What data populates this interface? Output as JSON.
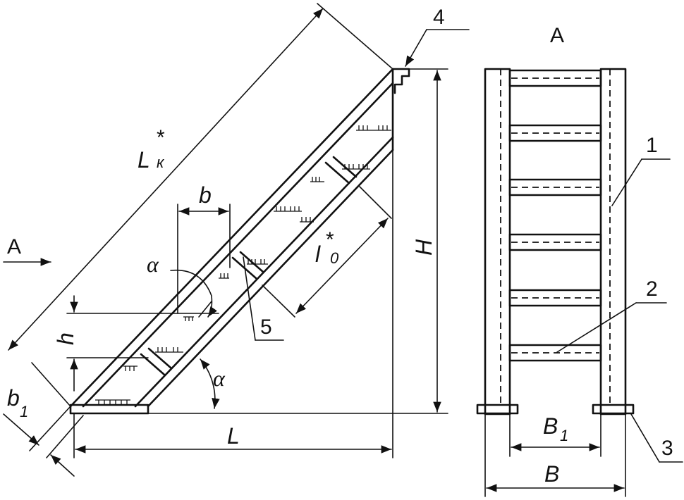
{
  "view_label": "A",
  "view_arrow_label": "A",
  "callouts": [
    "1",
    "2",
    "3",
    "4",
    "5"
  ],
  "dimensions": {
    "stringer_length": "L",
    "stringer_length_sub": "к",
    "star": "*",
    "step_spacing": "l",
    "step_spacing_sub": "0",
    "height": "H",
    "length": "L",
    "step_width": "b",
    "step_height": "h",
    "base_width": "b",
    "base_width_sub": "1",
    "angle": "α",
    "inner_width": "B",
    "inner_width_sub": "1",
    "outer_width": "B"
  }
}
